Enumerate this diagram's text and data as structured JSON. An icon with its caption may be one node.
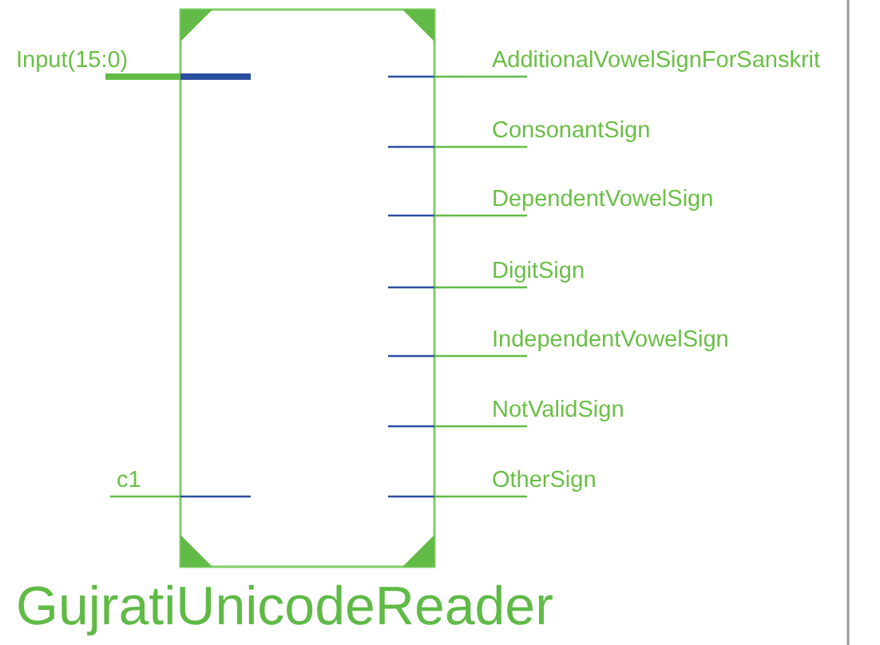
{
  "diagram": {
    "nodes": [
      {
        "text": [
          "GujratiUnicodeReader"
        ]
      }
    ],
    "labels": [
      "Input(15:0)",
      "AdditionalVowelSignForSanskrit",
      "ConsonantSign",
      "DependentVowelSign",
      "DigitSign",
      "IndependentVowelSign",
      "NotValidSign",
      "c1",
      "OtherSign"
    ]
  }
}
